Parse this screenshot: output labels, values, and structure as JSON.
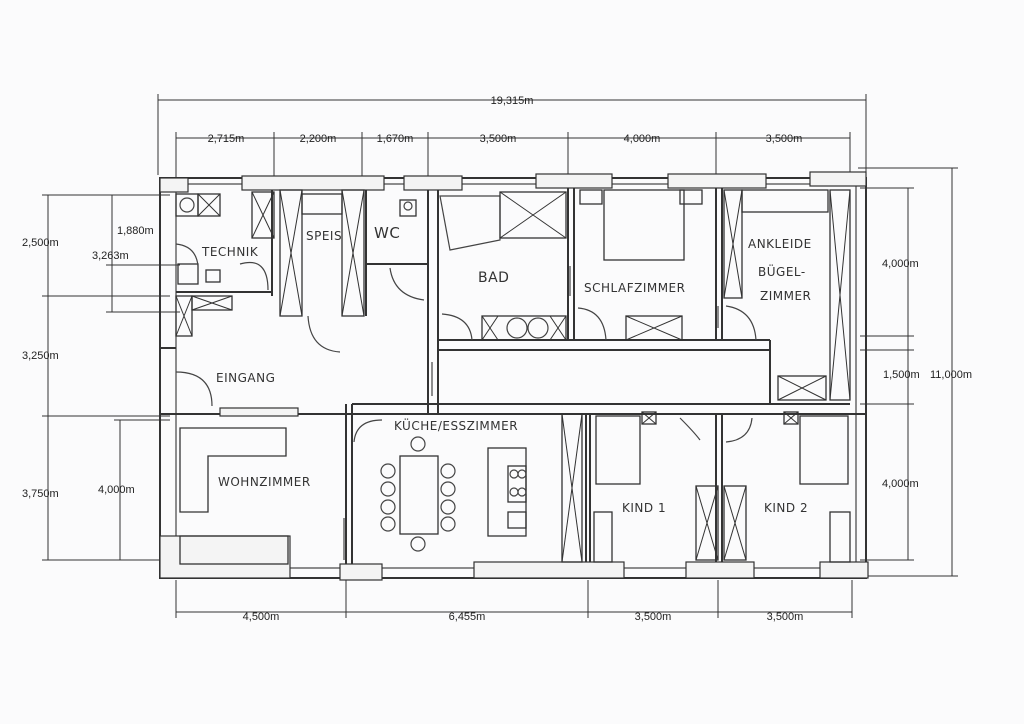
{
  "dimensions": {
    "total_width": "19,315m",
    "total_height": "11,000m",
    "top": [
      "2,715m",
      "2,200m",
      "1,670m",
      "3,500m",
      "4,000m",
      "3,500m"
    ],
    "bottom": [
      "4,500m",
      "6,455m",
      "3,500m",
      "3,500m"
    ],
    "left": [
      "2,500m",
      "1,880m",
      "3,263m",
      "3,250m",
      "3,750m",
      "4,000m"
    ],
    "right": [
      "4,000m",
      "1,500m",
      "4,000m"
    ]
  },
  "rooms": {
    "technik": "TECHNIK",
    "speis": "SPEIS",
    "wc": "WC",
    "bad": "BAD",
    "schlafzimmer": "SCHLAFZIMMER",
    "ankleide": "ANKLEIDE",
    "buegel": "BÜGEL-",
    "zimmer": "ZIMMER",
    "eingang": "EINGANG",
    "kueche": "KÜCHE/ESSZIMMER",
    "wohnzimmer": "WOHNZIMMER",
    "kind1": "KIND 1",
    "kind2": "KIND 2"
  }
}
